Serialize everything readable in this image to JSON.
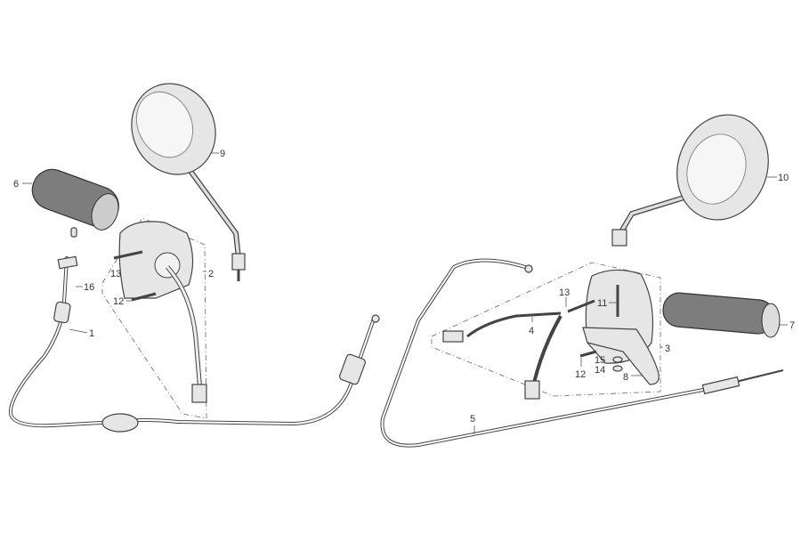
{
  "labels": {
    "p1": "1",
    "p2": "2",
    "p3": "3",
    "p4": "4",
    "p5": "5",
    "p6": "6",
    "p7": "7",
    "p8": "8",
    "p9": "9",
    "p10": "10",
    "p11": "11",
    "p12_left": "12",
    "p12_right": "12",
    "p13_left": "13",
    "p13_right": "13",
    "p14": "14",
    "p15": "15",
    "p16": "16"
  },
  "colors": {
    "grip": "#7d7d7d",
    "line": "#444444",
    "mirror": "#e6e6e6"
  }
}
